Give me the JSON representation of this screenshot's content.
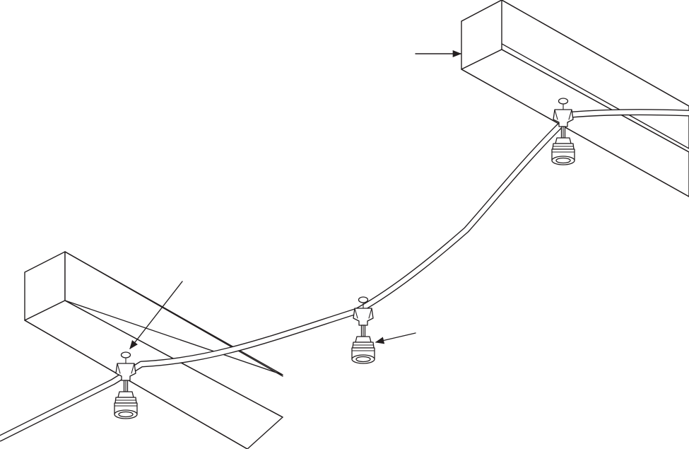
{
  "diagram": {
    "labels": [],
    "beam_count": 2,
    "lampholder_count": 3,
    "leader_arrow_count": 3,
    "line_color": "#231f20",
    "background_color": "#ffffff"
  }
}
